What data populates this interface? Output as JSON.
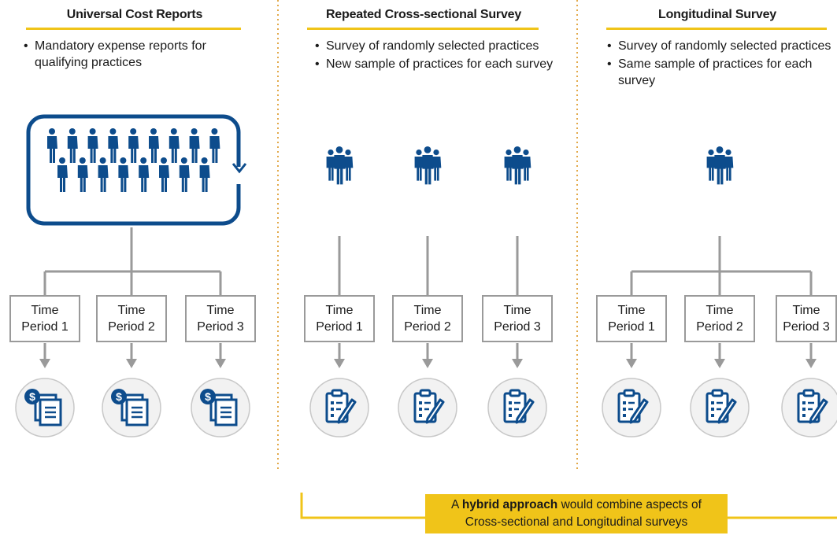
{
  "columns": [
    {
      "title": "Universal Cost Reports",
      "bullets": [
        "Mandatory expense reports for qualifying practices"
      ],
      "periods": [
        {
          "line1": "Time",
          "line2": "Period 1"
        },
        {
          "line1": "Time",
          "line2": "Period 2"
        },
        {
          "line1": "Time",
          "line2": "Period 3"
        }
      ],
      "output_icon": "expense-report-icon",
      "population_icon": "large-population-icon"
    },
    {
      "title": "Repeated Cross-sectional Survey",
      "bullets": [
        "Survey of randomly selected practices",
        "New sample of practices for each survey"
      ],
      "periods": [
        {
          "line1": "Time",
          "line2": "Period 1"
        },
        {
          "line1": "Time",
          "line2": "Period 2"
        },
        {
          "line1": "Time",
          "line2": "Period 3"
        }
      ],
      "output_icon": "survey-clipboard-icon",
      "population_icon": "small-group-icon"
    },
    {
      "title": "Longitudinal Survey",
      "bullets": [
        "Survey of randomly selected practices",
        "Same sample of practices for each survey"
      ],
      "periods": [
        {
          "line1": "Time",
          "line2": "Period 1"
        },
        {
          "line1": "Time",
          "line2": "Period 2"
        },
        {
          "line1": "Time",
          "line2": "Period 3"
        }
      ],
      "output_icon": "survey-clipboard-icon",
      "population_icon": "small-group-icon"
    }
  ],
  "hybrid": {
    "prefix": "A ",
    "emphasis": "hybrid approach",
    "rest": " would combine aspects of",
    "line2": "Cross-sectional and Longitudinal surveys"
  },
  "colors": {
    "accent_yellow": "#f0c419",
    "icon_blue": "#0d4c8c",
    "connector_gray": "#9a9a9a",
    "divider_orange": "#e2a94a"
  }
}
